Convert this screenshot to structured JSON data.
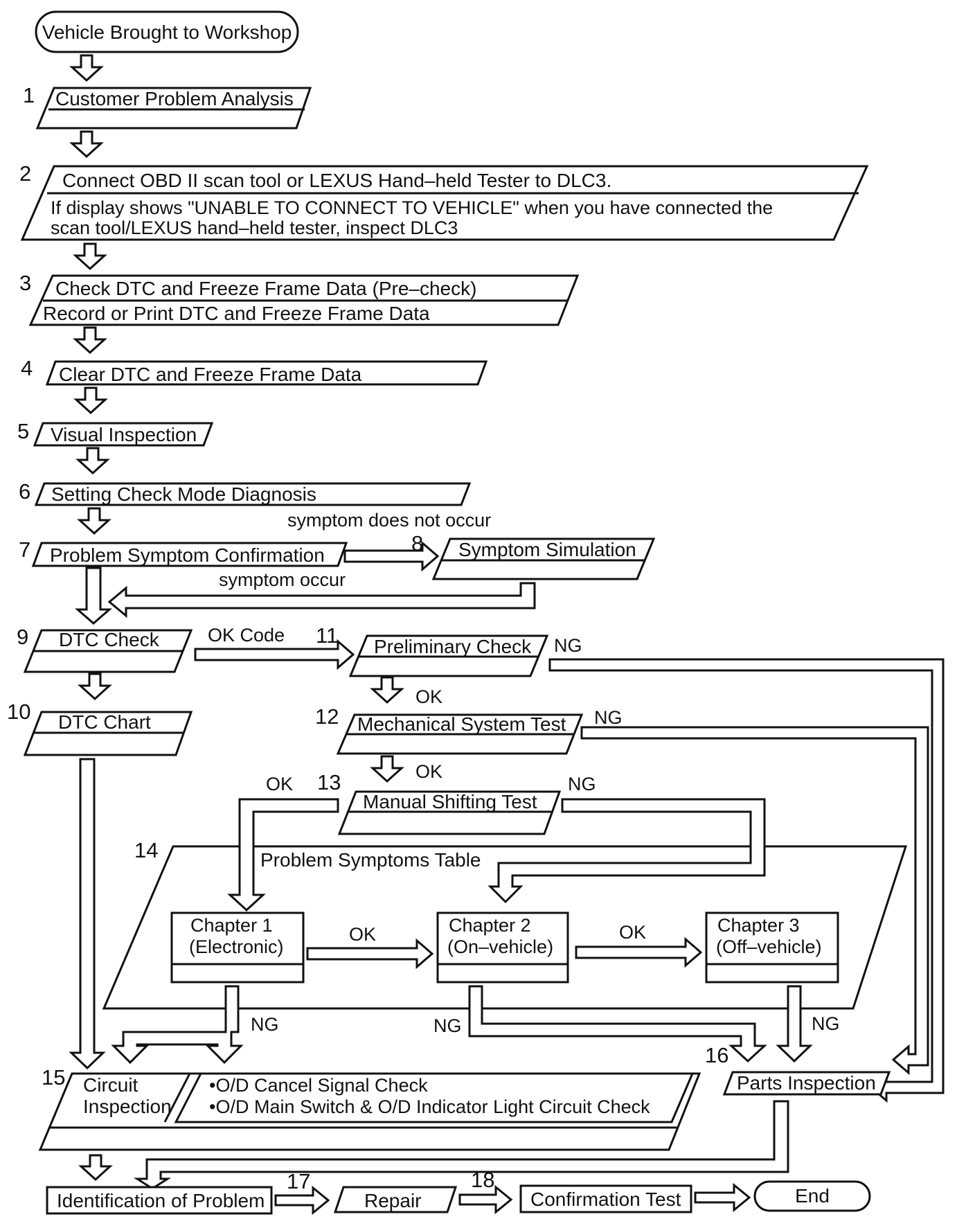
{
  "start": "Vehicle Brought to Workshop",
  "end": "End",
  "steps": {
    "s1": {
      "num": "1",
      "label": "Customer Problem Analysis"
    },
    "s2": {
      "num": "2",
      "line1": "Connect OBD II scan tool or LEXUS Hand–held Tester to DLC3.",
      "line2": "If display shows \"UNABLE TO CONNECT TO VEHICLE\" when you have connected the",
      "line3": "scan tool/LEXUS hand–held tester, inspect DLC3"
    },
    "s3": {
      "num": "3",
      "line1": "Check DTC and Freeze Frame Data (Pre–check)",
      "line2": "Record or Print DTC and Freeze Frame Data"
    },
    "s4": {
      "num": "4",
      "label": "Clear DTC and Freeze Frame Data"
    },
    "s5": {
      "num": "5",
      "label": "Visual Inspection"
    },
    "s6": {
      "num": "6",
      "label": "Setting Check Mode Diagnosis"
    },
    "s7": {
      "num": "7",
      "label": "Problem Symptom Confirmation"
    },
    "s8": {
      "num": "8",
      "label": "Symptom Simulation"
    },
    "s9": {
      "num": "9",
      "label": "DTC Check"
    },
    "s10": {
      "num": "10",
      "label": "DTC Chart"
    },
    "s11": {
      "num": "11",
      "label": "Preliminary Check"
    },
    "s12": {
      "num": "12",
      "label": "Mechanical System Test"
    },
    "s13": {
      "num": "13",
      "label": "Manual Shifting Test"
    },
    "s14": {
      "num": "14",
      "label": "Problem Symptoms Table"
    },
    "s15": {
      "num": "15",
      "line1": "Circuit",
      "line2": "Inspection",
      "check1": "•O/D Cancel Signal Check",
      "check2": "•O/D Main Switch & O/D Indicator Light Circuit Check"
    },
    "s16": {
      "num": "16",
      "label": "Parts Inspection"
    },
    "s17": {
      "num": "17",
      "label": "Repair"
    },
    "s18": {
      "num": "18",
      "label": "Confirmation Test"
    }
  },
  "identification": "Identification of Problem",
  "chapters": [
    {
      "line1": "Chapter 1",
      "line2": "(Electronic)"
    },
    {
      "line1": "Chapter 2",
      "line2": "(On–vehicle)"
    },
    {
      "line1": "Chapter 3",
      "line2": "(Off–vehicle)"
    }
  ],
  "labels": {
    "not_occur": "symptom does not occur",
    "occur": "symptom occur",
    "ok_code": "OK Code",
    "ok": "OK",
    "ng": "NG"
  }
}
